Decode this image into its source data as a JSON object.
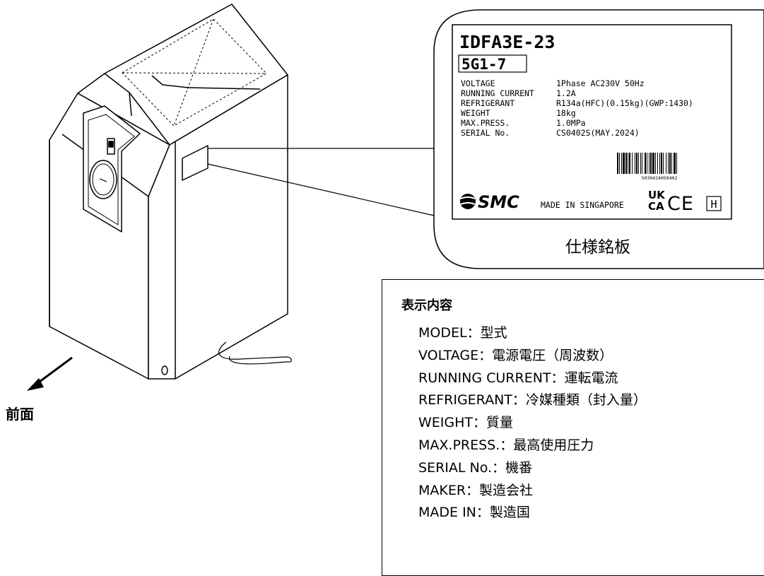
{
  "nameplate": {
    "model": "IDFA3E-23",
    "code": "5G1-7",
    "specs": [
      {
        "key": "VOLTAGE",
        "value": "1Phase AC230V 50Hz"
      },
      {
        "key": "RUNNING CURRENT",
        "value": "1.2A"
      },
      {
        "key": "REFRIGERANT",
        "value": "R134a(HFC)(0.15kg)(GWP:1430)"
      },
      {
        "key": "WEIGHT",
        "value": "18kg"
      },
      {
        "key": "MAX.PRESS.",
        "value": "1.0MPa"
      },
      {
        "key": "SERIAL No.",
        "value": "CS0402S(MAY.2024)"
      }
    ],
    "barcode_number": "5030424050402",
    "brand": "SMC",
    "made_in": "MADE IN SINGAPORE",
    "mark_uk": "UK",
    "mark_ca": "CA",
    "mark_ce": "CE",
    "mark_h": "H",
    "caption": "仕様銘板"
  },
  "legend": {
    "title": "表示内容",
    "items": [
      "MODEL：型式",
      "VOLTAGE：電源電圧（周波数）",
      "RUNNING CURRENT：運転電流",
      "REFRIGERANT：冷媒種類（封入量）",
      "WEIGHT：質量",
      "MAX.PRESS.：最高使用圧力",
      "SERIAL No.：機番",
      "MAKER：製造会社",
      "MADE IN：製造国"
    ]
  },
  "front_label": "前面"
}
